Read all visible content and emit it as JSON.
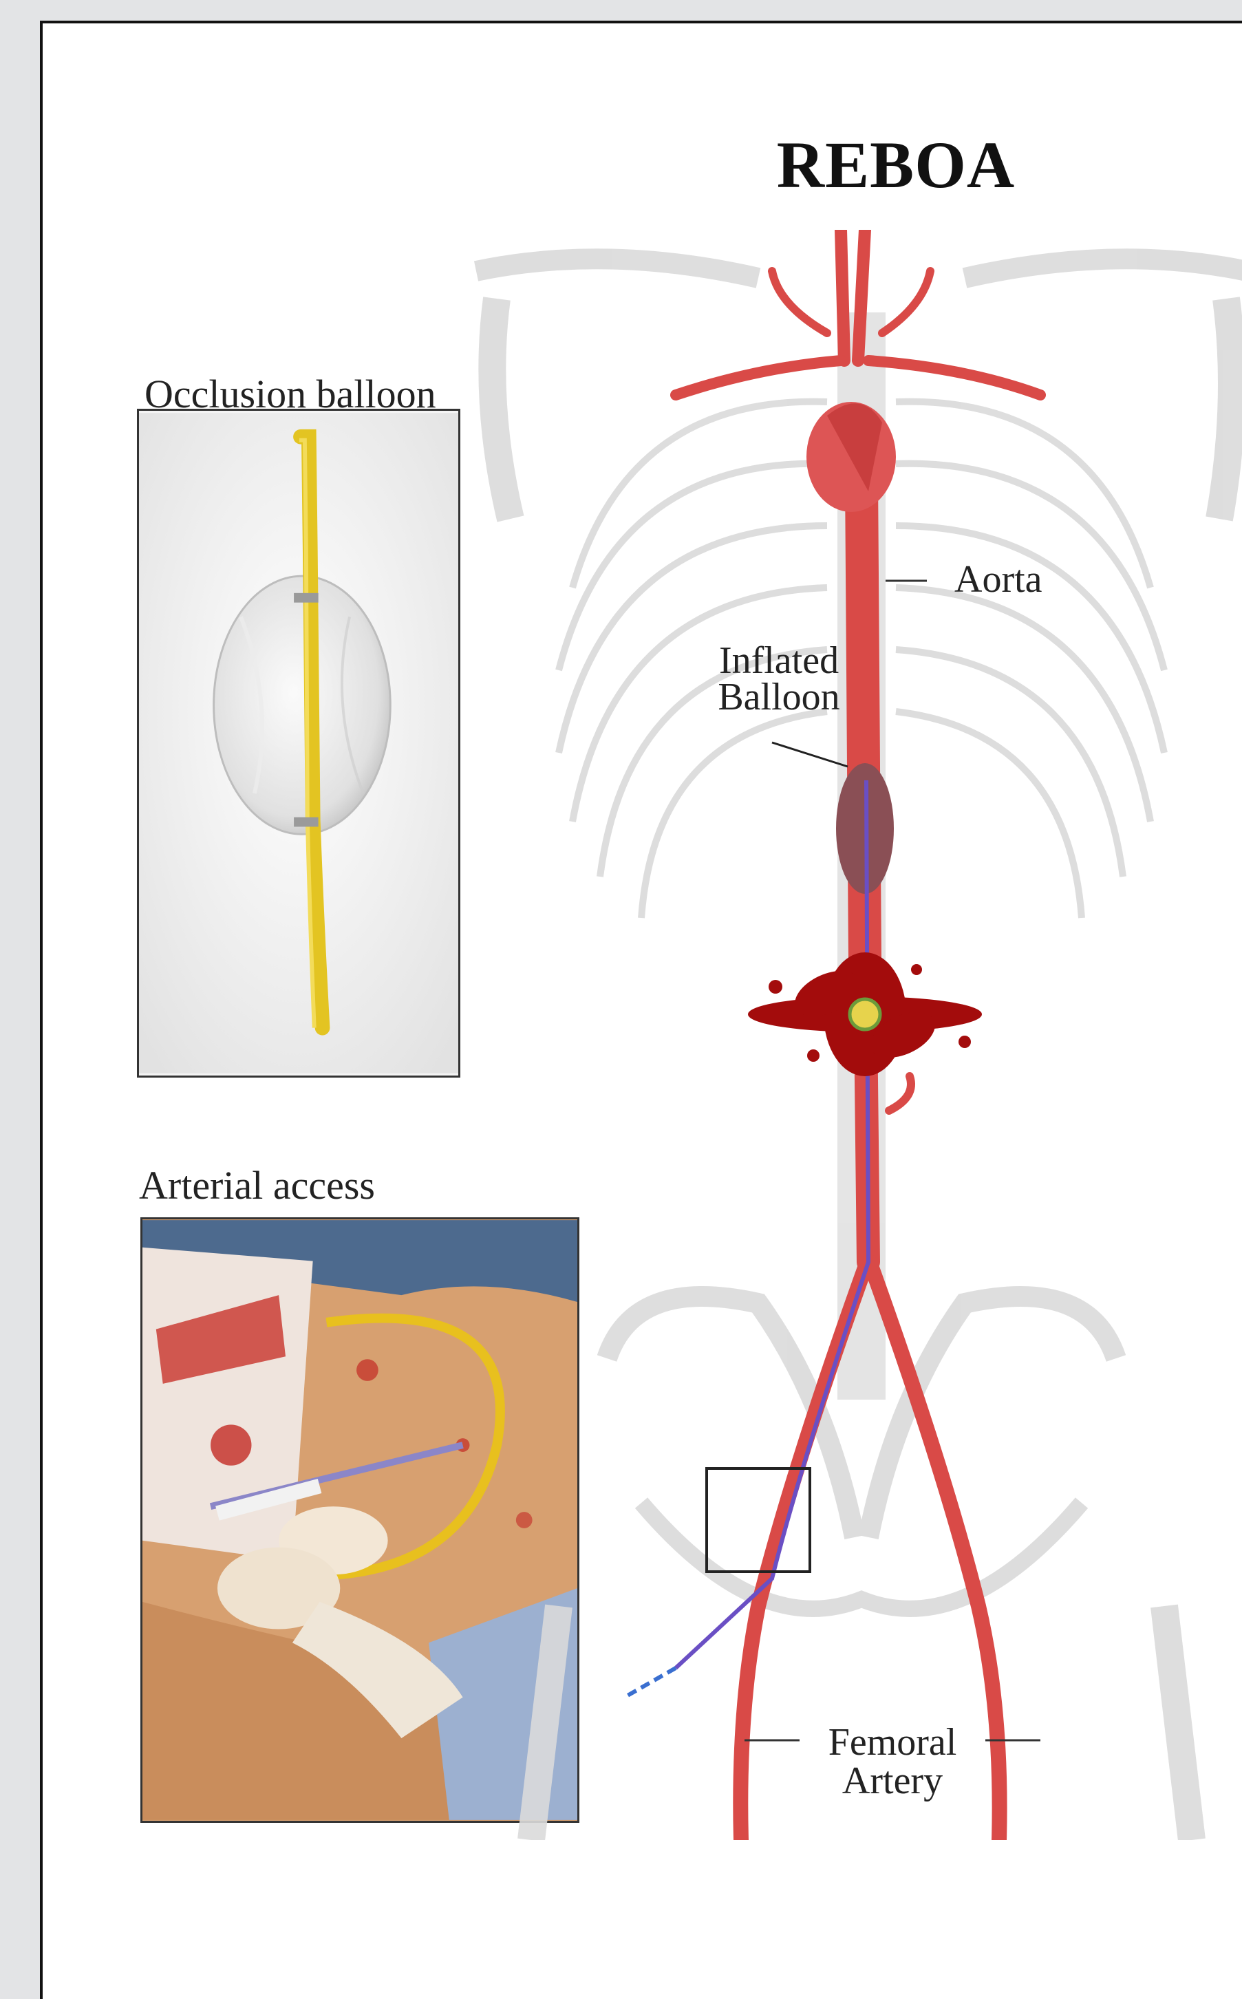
{
  "title": "REBOA",
  "panels": {
    "occlusion": {
      "caption": "Occlusion balloon"
    },
    "access": {
      "caption": "Arterial access"
    }
  },
  "labels": {
    "aorta": "Aorta",
    "balloon_line1": "Inflated",
    "balloon_line2": "Balloon",
    "femoral_line1": "Femoral",
    "femoral_line2": "Artery"
  },
  "colors": {
    "artery": "#d94a47",
    "balloon": "#8a4f55",
    "catheter": "#6a4fc4",
    "hemorrhage": "#a30c0c",
    "bone": "#d8d8d8",
    "catheter_yellow": "#e6c21f"
  }
}
